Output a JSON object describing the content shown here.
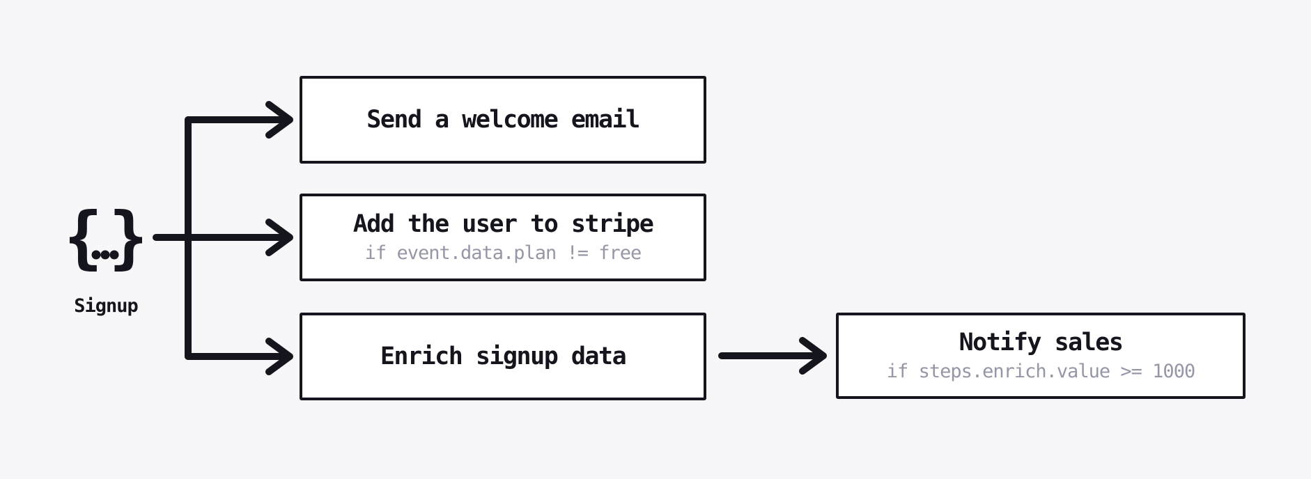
{
  "diagram": {
    "colors": {
      "background": "#f7f7fa",
      "ink": "#15151e",
      "muted": "#9597a6",
      "node_bg": "#ffffff"
    },
    "event": {
      "glyph": "{...}",
      "brace_left": "{",
      "brace_right": "}",
      "label": "Signup"
    },
    "nodes": [
      {
        "title": "Send a welcome email",
        "condition": ""
      },
      {
        "title": "Add the user to stripe",
        "condition": "if event.data.plan != free"
      },
      {
        "title": "Enrich signup data",
        "condition": ""
      },
      {
        "title": "Notify sales",
        "condition": "if steps.enrich.value >= 1000"
      }
    ]
  }
}
